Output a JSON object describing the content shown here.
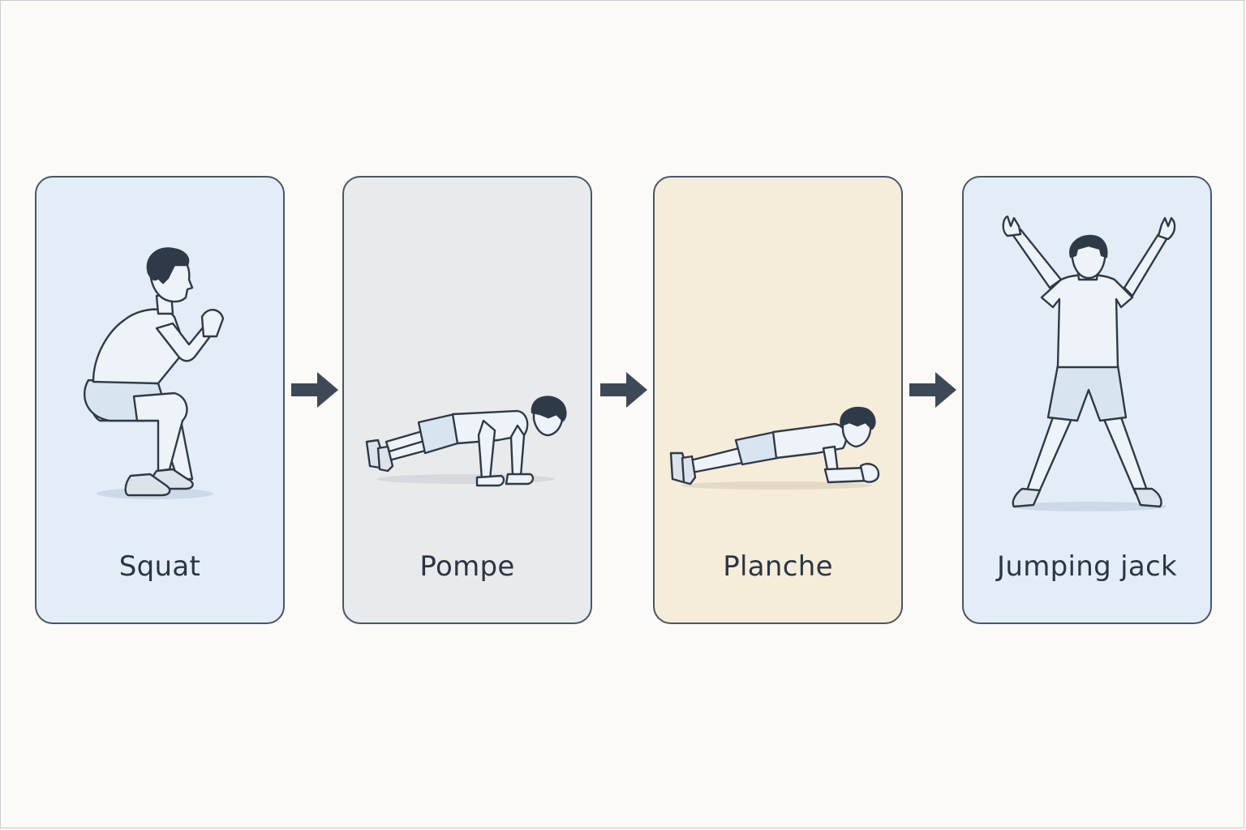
{
  "exercises": [
    {
      "label": "Squat",
      "icon": "squat-figure-icon",
      "bg": "#e3edf8"
    },
    {
      "label": "Pompe",
      "icon": "pushup-figure-icon",
      "bg": "#e9eaec"
    },
    {
      "label": "Planche",
      "icon": "plank-figure-icon",
      "bg": "#f6ecda"
    },
    {
      "label": "Jumping jack",
      "icon": "jumping-jack-figure-icon",
      "bg": "#e3edf8"
    }
  ],
  "colors": {
    "outline": "#4a5666",
    "arrow": "#3e4957",
    "figure_stroke": "#2f3a48",
    "shirt": "#eef3f9",
    "shorts": "#d9e4f1"
  }
}
